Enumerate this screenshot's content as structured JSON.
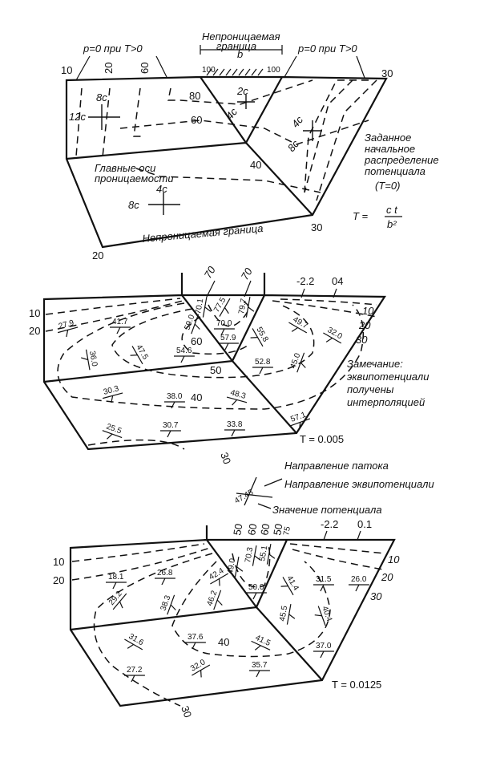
{
  "diagram1": {
    "boundary_title": [
      "Непроницаемая",
      "граница"
    ],
    "width_symbol": "b",
    "boundary_values": [
      "100",
      "100"
    ],
    "pressure_note": "p=0 при T>0",
    "edge_labels": [
      "10",
      "20",
      "60",
      "30",
      "20",
      "30"
    ],
    "contours": [
      "80",
      "60",
      "40"
    ],
    "perm_labels": [
      "8c",
      "12c",
      "2c",
      "4c",
      "4c",
      "8c"
    ],
    "axes_title": [
      "Главные оси",
      "проницаемости"
    ],
    "axes_vertical": "4c",
    "axes_horizontal": "8c",
    "bottom_label": "Непроницаемая граница",
    "initial_note": [
      "Заданное",
      "начальное",
      "распределение",
      "потенциала",
      "(T=0)"
    ],
    "formula": {
      "lhs": "T =",
      "num": "c t",
      "den": "b²"
    }
  },
  "diagram2": {
    "top_values": [
      "-2.2",
      "04",
      "70",
      "70"
    ],
    "left_edge": [
      "10",
      "20"
    ],
    "right_edge": [
      "10",
      "20",
      "30"
    ],
    "contours": [
      "60",
      "50",
      "40",
      "30"
    ],
    "values": [
      "27.9",
      "41.7",
      "59.0",
      "70.1",
      "77.5",
      "79.7",
      "70.0",
      "57.9",
      "55.8",
      "49.7",
      "32.0",
      "36.0",
      "47.5",
      "54.6",
      "52.8",
      "45.0",
      "30.3",
      "38.0",
      "48.3",
      "57.1",
      "25.5",
      "30.7",
      "33.8"
    ],
    "time": "T = 0.005",
    "note": [
      "Замечание:",
      "эквипотенциали",
      "получены",
      "интерполяцией"
    ]
  },
  "legend": {
    "flow": "Направление патока",
    "equipotential": "Направление эквипотенциали",
    "sample_value": "47.45",
    "potential": "Значение потенциала"
  },
  "diagram3": {
    "top_values": [
      "-2.2",
      "0.1",
      "50",
      "60",
      "60",
      "50",
      "75"
    ],
    "left_edge": [
      "10",
      "20"
    ],
    "right_edge": [
      "10",
      "20",
      "30"
    ],
    "contours": [
      "40",
      "30"
    ],
    "values": [
      "18.1",
      "26.8",
      "42.4",
      "49.0",
      "70.3",
      "55.1",
      "50.0",
      "41.4",
      "31.5",
      "26.0",
      "29.2",
      "38.3",
      "46.2",
      "45.5",
      "40.4",
      "31.6",
      "37.6",
      "41.5",
      "37.0",
      "27.2",
      "32.0",
      "35.7"
    ],
    "time": "T = 0.0125"
  }
}
